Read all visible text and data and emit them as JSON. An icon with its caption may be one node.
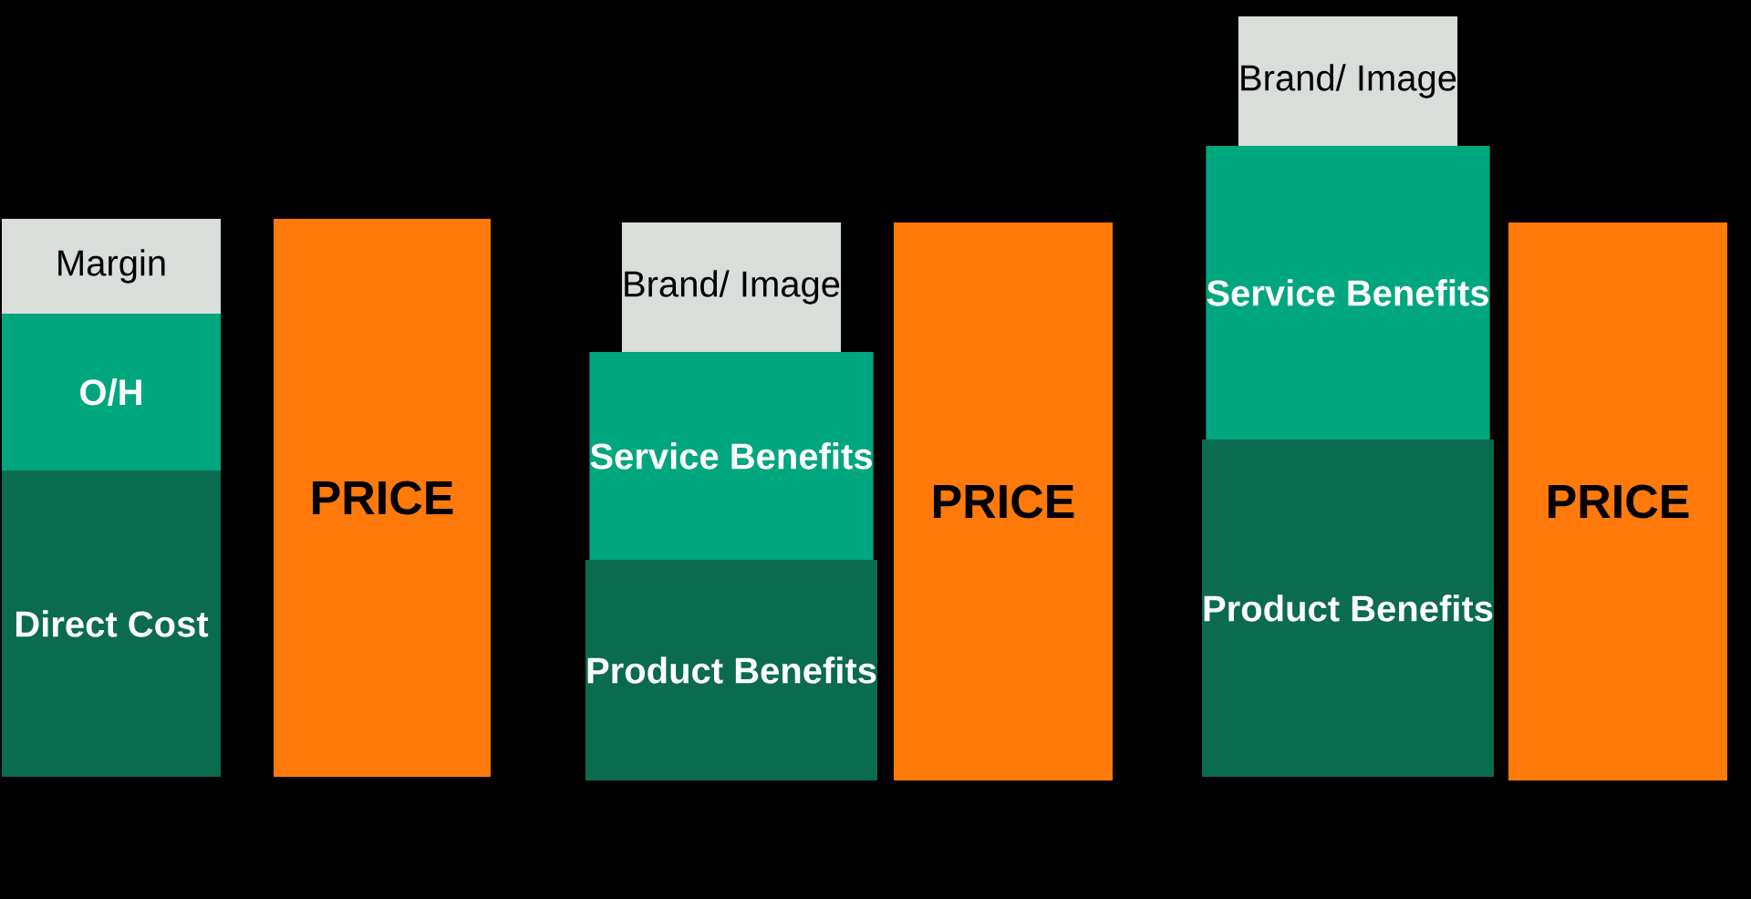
{
  "diagram": {
    "nodes": [
      {
        "text": [
          "Margin"
        ]
      },
      {
        "text": [
          "O/H"
        ]
      },
      {
        "text": [
          "Direct Cost"
        ]
      },
      {
        "text": [
          "PRICE"
        ]
      },
      {
        "text": [
          "Brand/ Image"
        ]
      },
      {
        "text": [
          "Service Benefits"
        ]
      },
      {
        "text": [
          "Product Benefits"
        ]
      },
      {
        "text": [
          "PRICE"
        ]
      },
      {
        "text": [
          "Brand/ Image"
        ]
      },
      {
        "text": [
          "Service Benefits"
        ]
      },
      {
        "text": [
          "Product Benefits"
        ]
      },
      {
        "text": [
          "PRICE"
        ]
      }
    ]
  }
}
